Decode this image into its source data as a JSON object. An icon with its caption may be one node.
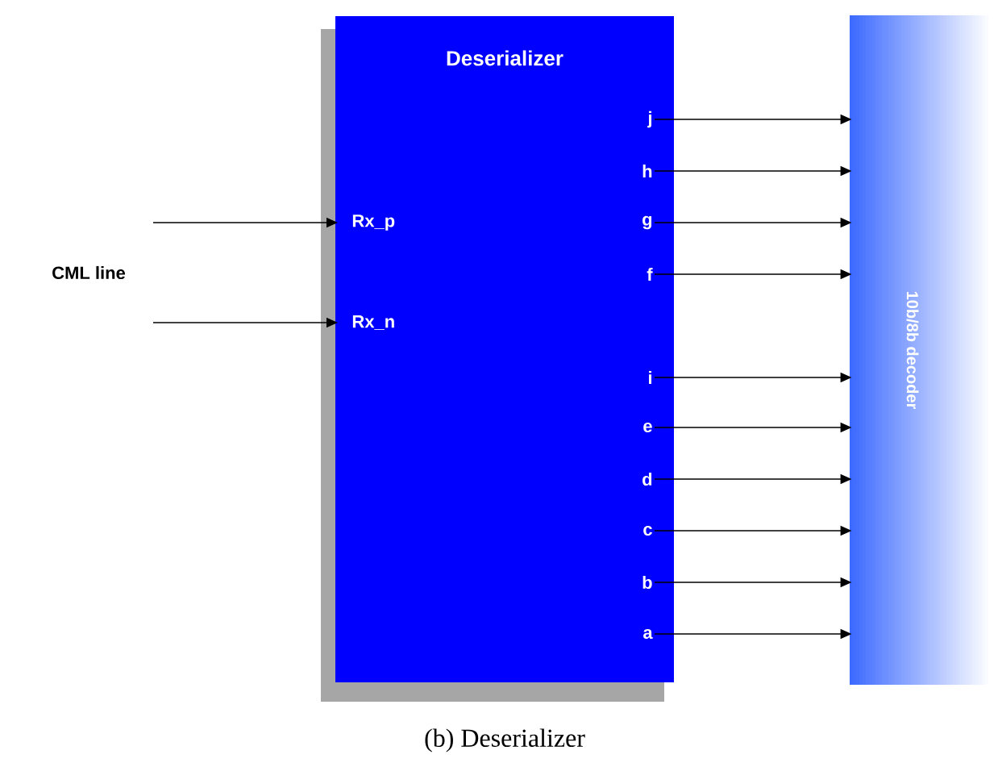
{
  "diagram": {
    "caption": "(b) Deserializer",
    "nodes": [
      {
        "text": [
          "Deserializer"
        ]
      },
      {
        "text": [
          "Rx_p"
        ],
        "in": 0
      },
      {
        "text": [
          "Rx_n"
        ],
        "in": 0
      },
      {
        "text": [
          "j"
        ],
        "in": 0
      },
      {
        "text": [
          "h"
        ],
        "in": 0
      },
      {
        "text": [
          "g"
        ],
        "in": 0
      },
      {
        "text": [
          "f"
        ],
        "in": 0
      },
      {
        "text": [
          "i"
        ],
        "in": 0
      },
      {
        "text": [
          "e"
        ],
        "in": 0
      },
      {
        "text": [
          "d"
        ],
        "in": 0
      },
      {
        "text": [
          "c"
        ],
        "in": 0
      },
      {
        "text": [
          "b"
        ],
        "in": 0
      },
      {
        "text": [
          "a"
        ],
        "in": 0
      },
      {
        "text": [
          "10b/8b decoder"
        ]
      }
    ],
    "edges": [
      {
        "from": null,
        "to": 1,
        "arrow": "to"
      },
      {
        "from": null,
        "to": 2,
        "arrow": "to"
      },
      {
        "from": 3,
        "to": 13,
        "arrow": "to"
      },
      {
        "from": 4,
        "to": 13,
        "arrow": "to"
      },
      {
        "from": 5,
        "to": 13,
        "arrow": "to"
      },
      {
        "from": 6,
        "to": 13,
        "arrow": "to"
      },
      {
        "from": 7,
        "to": 13,
        "arrow": "to"
      },
      {
        "from": 8,
        "to": 13,
        "arrow": "to"
      },
      {
        "from": 9,
        "to": 13,
        "arrow": "to"
      },
      {
        "from": 10,
        "to": 13,
        "arrow": "to"
      },
      {
        "from": 11,
        "to": 13,
        "arrow": "to"
      },
      {
        "from": 12,
        "to": 13,
        "arrow": "to"
      }
    ],
    "labels": [
      "CML line"
    ]
  }
}
